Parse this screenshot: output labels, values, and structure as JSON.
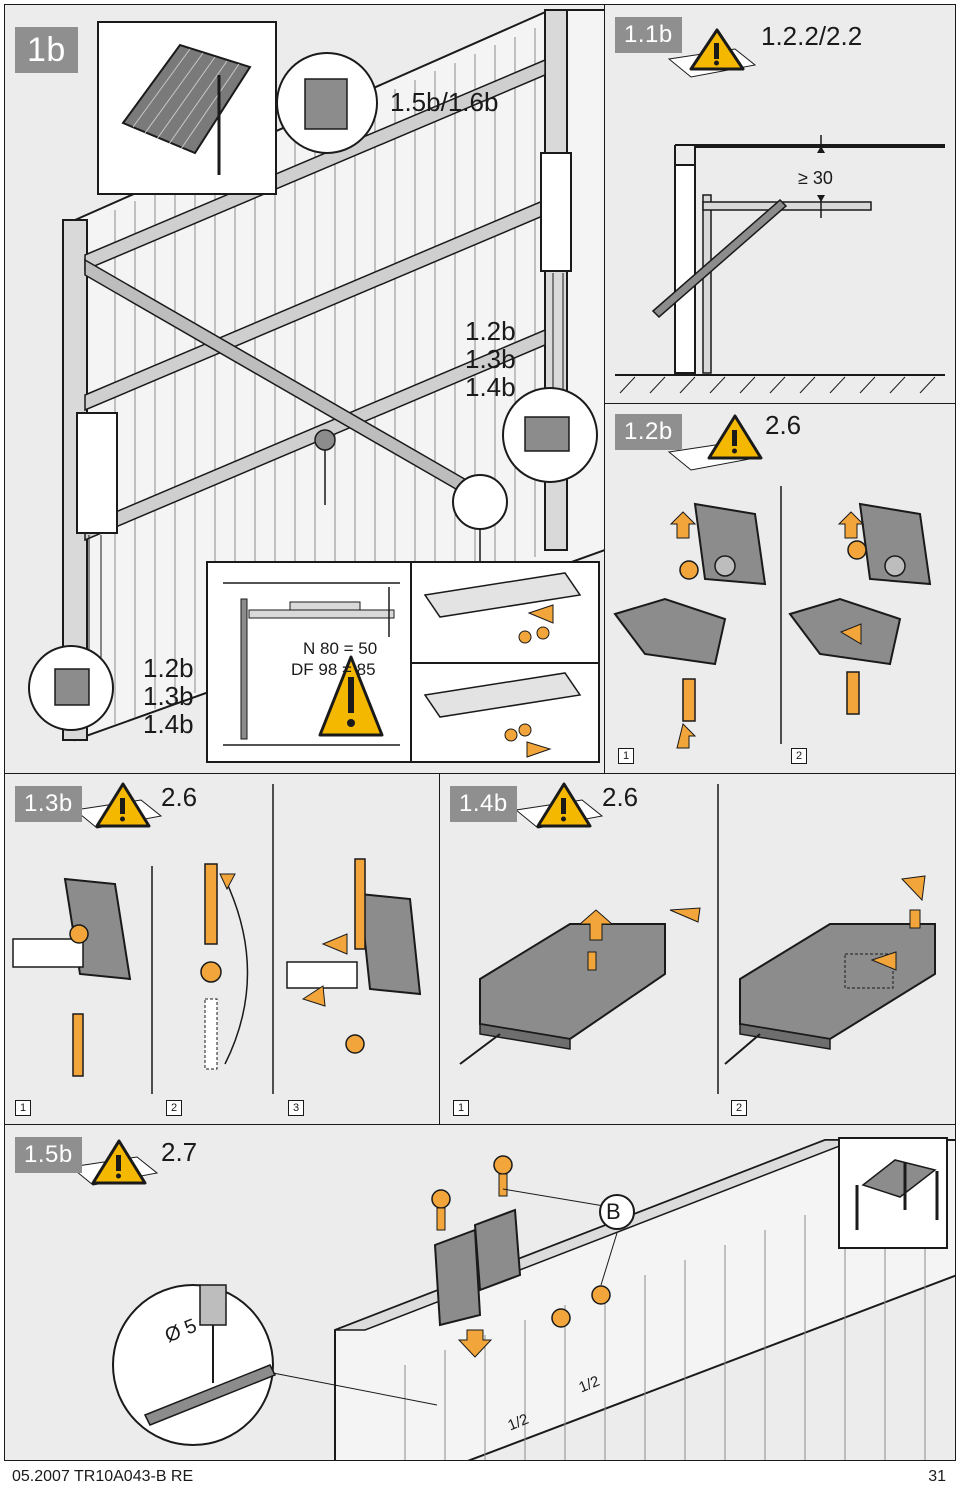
{
  "panels": {
    "main": {
      "tag": "1b",
      "ref_top": "1.5b/1.6b",
      "ref_mid": [
        "1.2b",
        "1.3b",
        "1.4b"
      ],
      "ref_left": [
        "1.2b",
        "1.3b",
        "1.4b"
      ],
      "note_lines": [
        "N 80 = 50",
        "DF 98 = 85"
      ]
    },
    "p11b": {
      "tag": "1.1b",
      "ref": "1.2.2/2.2",
      "dimension": "≥ 30"
    },
    "p12b": {
      "tag": "1.2b",
      "ref": "2.6",
      "steps": [
        "1",
        "2"
      ]
    },
    "p13b": {
      "tag": "1.3b",
      "ref": "2.6",
      "steps": [
        "1",
        "2",
        "3"
      ]
    },
    "p14b": {
      "tag": "1.4b",
      "ref": "2.6",
      "steps": [
        "1",
        "2"
      ]
    },
    "p15b": {
      "tag": "1.5b",
      "ref": "2.7",
      "label_b": "B",
      "drill": "Ø 5",
      "half_a": "1/2",
      "half_b": "1/2"
    }
  },
  "footer": {
    "left": "05.2007  TR10A043-B  RE",
    "right": "31"
  },
  "colors": {
    "panel_bg": "#ececec",
    "tag_bg": "#8f8f8f",
    "accent_orange": "#f2a53a",
    "warn_yellow": "#f5b800",
    "part_grey": "#8c8c8c"
  }
}
